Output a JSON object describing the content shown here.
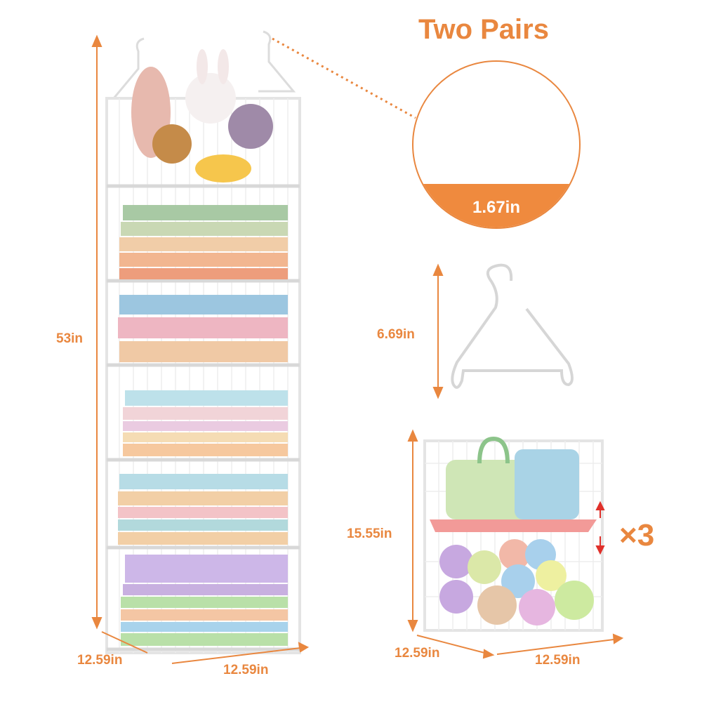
{
  "title": "Two Pairs",
  "dimensions": {
    "tower_height": "53in",
    "tower_depth": "12.59in",
    "tower_width": "12.59in",
    "hook_width": "1.67in",
    "hanger_height": "6.69in",
    "cube_height": "15.55in",
    "cube_depth": "12.59in",
    "cube_width": "12.59in"
  },
  "quantity": "×3",
  "colors": {
    "accent": "#e9873f",
    "circle_band": "#ef8a3e",
    "arrow_red": "#e0302a",
    "shelf_pink": "#f29a98"
  }
}
